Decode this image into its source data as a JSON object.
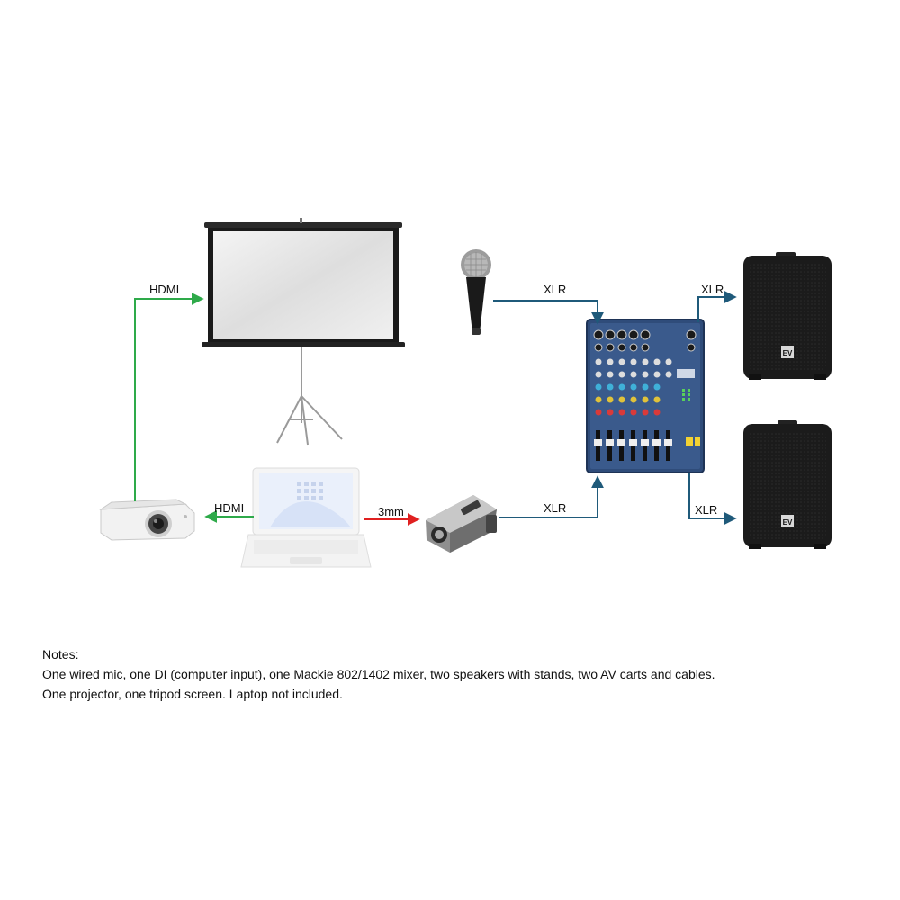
{
  "connections": {
    "hdmi_projector_to_screen": "HDMI",
    "hdmi_laptop_to_projector": "HDMI",
    "audio_laptop_to_di": "3mm",
    "xlr_mic_to_mixer": "XLR",
    "xlr_di_to_mixer": "XLR",
    "xlr_mixer_to_speaker_top": "XLR",
    "xlr_mixer_to_speaker_bottom": "XLR"
  },
  "speaker_badge": "EV",
  "colors": {
    "hdmi": "#2eaa4a",
    "audio": "#e02020",
    "xlr": "#1f5a7a",
    "mixer_body": "#2f4c7a",
    "speaker": "#1b1b1b"
  },
  "notes": {
    "heading": "Notes:",
    "line1": "One wired mic, one DI (computer input), one Mackie 802/1402 mixer, two speakers with stands, two AV carts and cables.",
    "line2": "One projector, one tripod screen. Laptop not included."
  }
}
